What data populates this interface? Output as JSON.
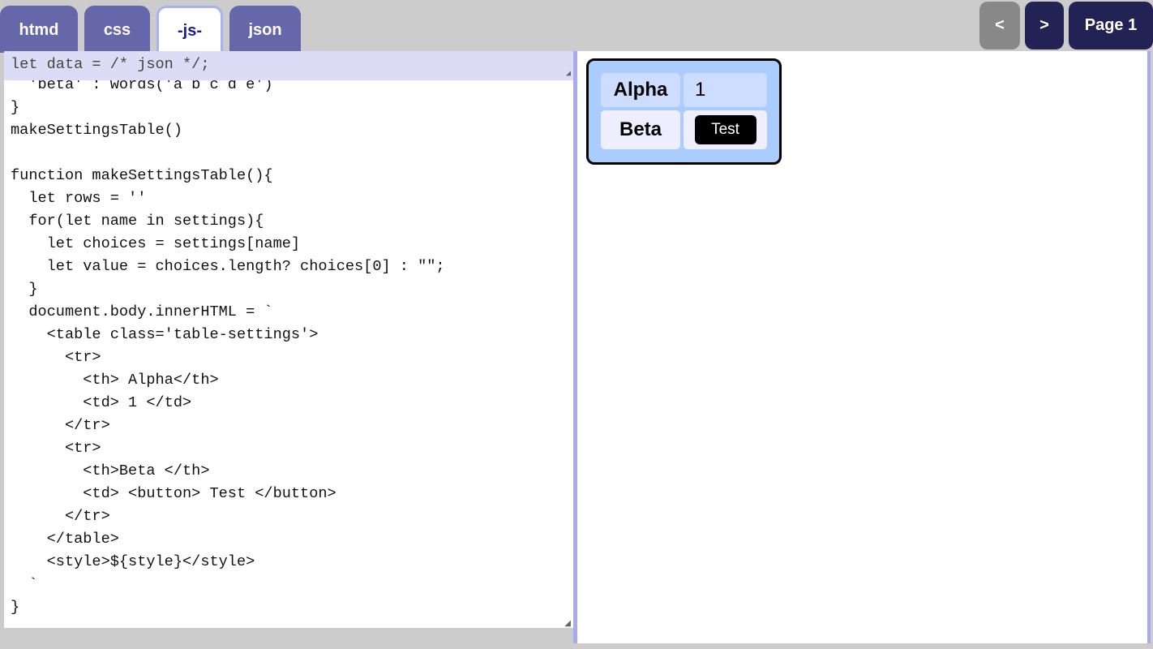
{
  "tabs": [
    {
      "label": "htmd"
    },
    {
      "label": "css"
    },
    {
      "label": "-js-",
      "active": true
    },
    {
      "label": "json"
    }
  ],
  "nav": {
    "prev": "<",
    "next": ">",
    "page": "Page 1"
  },
  "editor": {
    "header_line": "let data = /* json */;",
    "lines": [
      "  'beta' : words('a b c d e')",
      "}",
      "makeSettingsTable()",
      "",
      "function makeSettingsTable(){",
      "  let rows = ''",
      "  for(let name in settings){",
      "    let choices = settings[name]",
      "    let value = choices.length? choices[0] : \"\";",
      "  }",
      "  document.body.innerHTML = `",
      "    <table class='table-settings'>",
      "      <tr>",
      "        <th> Alpha</th>",
      "        <td> 1 </td>",
      "      </tr>",
      "      <tr>",
      "        <th>Beta </th>",
      "        <td> <button> Test </button>",
      "      </tr>",
      "    </table>",
      "    <style>${style}</style>",
      "  `",
      "}"
    ]
  },
  "preview": {
    "rows": [
      {
        "header": "Alpha",
        "value": "1"
      },
      {
        "header": "Beta",
        "button": "Test"
      }
    ]
  },
  "colors": {
    "tab": "#6666aa",
    "nav_dark": "#222255",
    "nav_disabled": "#888888",
    "card": "#aaccff"
  }
}
